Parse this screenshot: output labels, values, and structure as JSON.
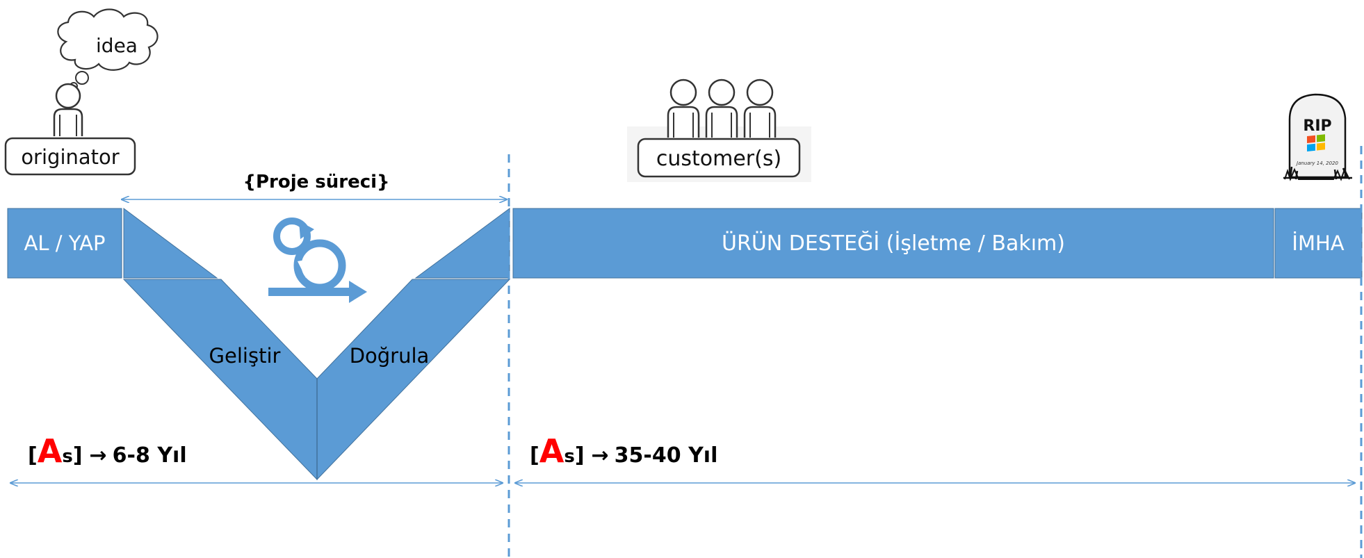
{
  "colors": {
    "phase_fill": "#5B9BD5",
    "phase_stroke": "#41719C",
    "arrow_line": "#5B9BD5",
    "accent_red": "#FF0000",
    "text_dark": "#000000",
    "text_light": "#FFFFFF",
    "windows_red": "#F25022",
    "windows_green": "#7FBA00",
    "windows_blue": "#00A4EF",
    "windows_yellow": "#FFB900"
  },
  "actors": {
    "originator": {
      "label": "originator",
      "thought": "idea",
      "icon": "person-icon"
    },
    "customers": {
      "label": "customer(s)",
      "icon": "people-group-icon"
    },
    "tombstone": {
      "title": "RIP",
      "date": "January 14, 2020",
      "icon": "windows-logo-icon"
    }
  },
  "project_span": {
    "label": "{Proje süreci}"
  },
  "phases": {
    "acquire": "AL / YAP",
    "support": "ÜRÜN DESTEĞİ (İşletme / Bakım)",
    "disposal": "İMHA"
  },
  "v_model": {
    "left_arm": "Geliştir",
    "right_arm": "Doğrula",
    "cycle_icon": "iterative-cycle-icon"
  },
  "durations": {
    "development": {
      "open": "[",
      "letter": "A",
      "sub": "s",
      "close": "]",
      "arrow": "→",
      "value": "6-8 Yıl"
    },
    "support": {
      "open": "[",
      "letter": "A",
      "sub": "s",
      "close": "]",
      "arrow": "→",
      "value": "35-40 Yıl"
    }
  }
}
